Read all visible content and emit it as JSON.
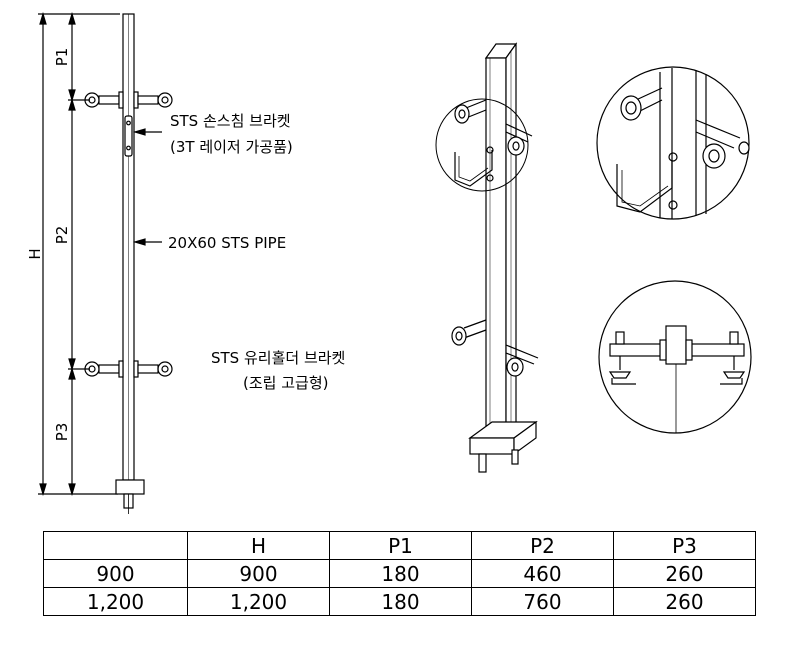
{
  "drawing": {
    "dimensions": {
      "overall": "H",
      "p1": "P1",
      "p2": "P2",
      "p3": "P3"
    },
    "callouts": {
      "handrail_bracket_line1": "STS 손스침 브라켓",
      "handrail_bracket_line2": "(3T 레이저 가공품)",
      "pipe": "20X60 STS PIPE",
      "glass_holder_line1": "STS 유리홀더 브라켓",
      "glass_holder_line2": "(조립 고급형)"
    }
  },
  "table": {
    "headers": [
      "",
      "H",
      "P1",
      "P2",
      "P3"
    ],
    "rows": [
      [
        "900",
        "900",
        "180",
        "460",
        "260"
      ],
      [
        "1,200",
        "1,200",
        "180",
        "760",
        "260"
      ]
    ]
  }
}
